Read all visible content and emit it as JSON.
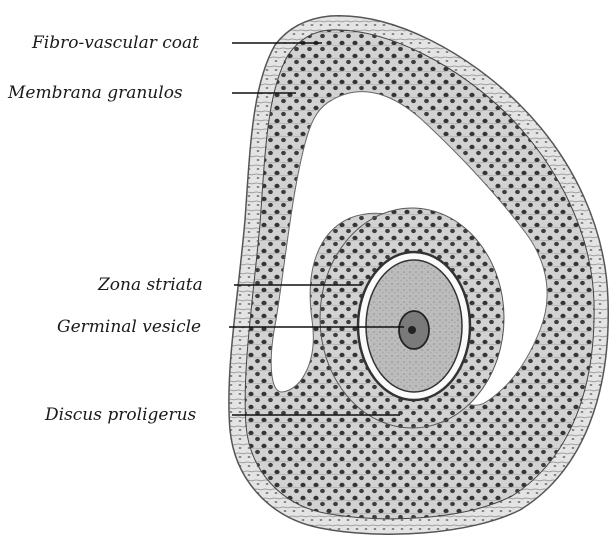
{
  "labels": {
    "fibro_vascular_coat": "Fibro-vascular coat",
    "membrana_granulosa": "Membrana granulos",
    "zona_striata": "Zona striata",
    "germinal_vesicle": "Germinal vesicle",
    "discus_proligerus": "Discus proligerus"
  },
  "colors": {
    "ink": "#1a1a1a",
    "tissue": "#d6d6d6",
    "cell_nucleus": "#3a3a3a",
    "antrum": "#ffffff",
    "ovum": "#b9b9b9"
  }
}
